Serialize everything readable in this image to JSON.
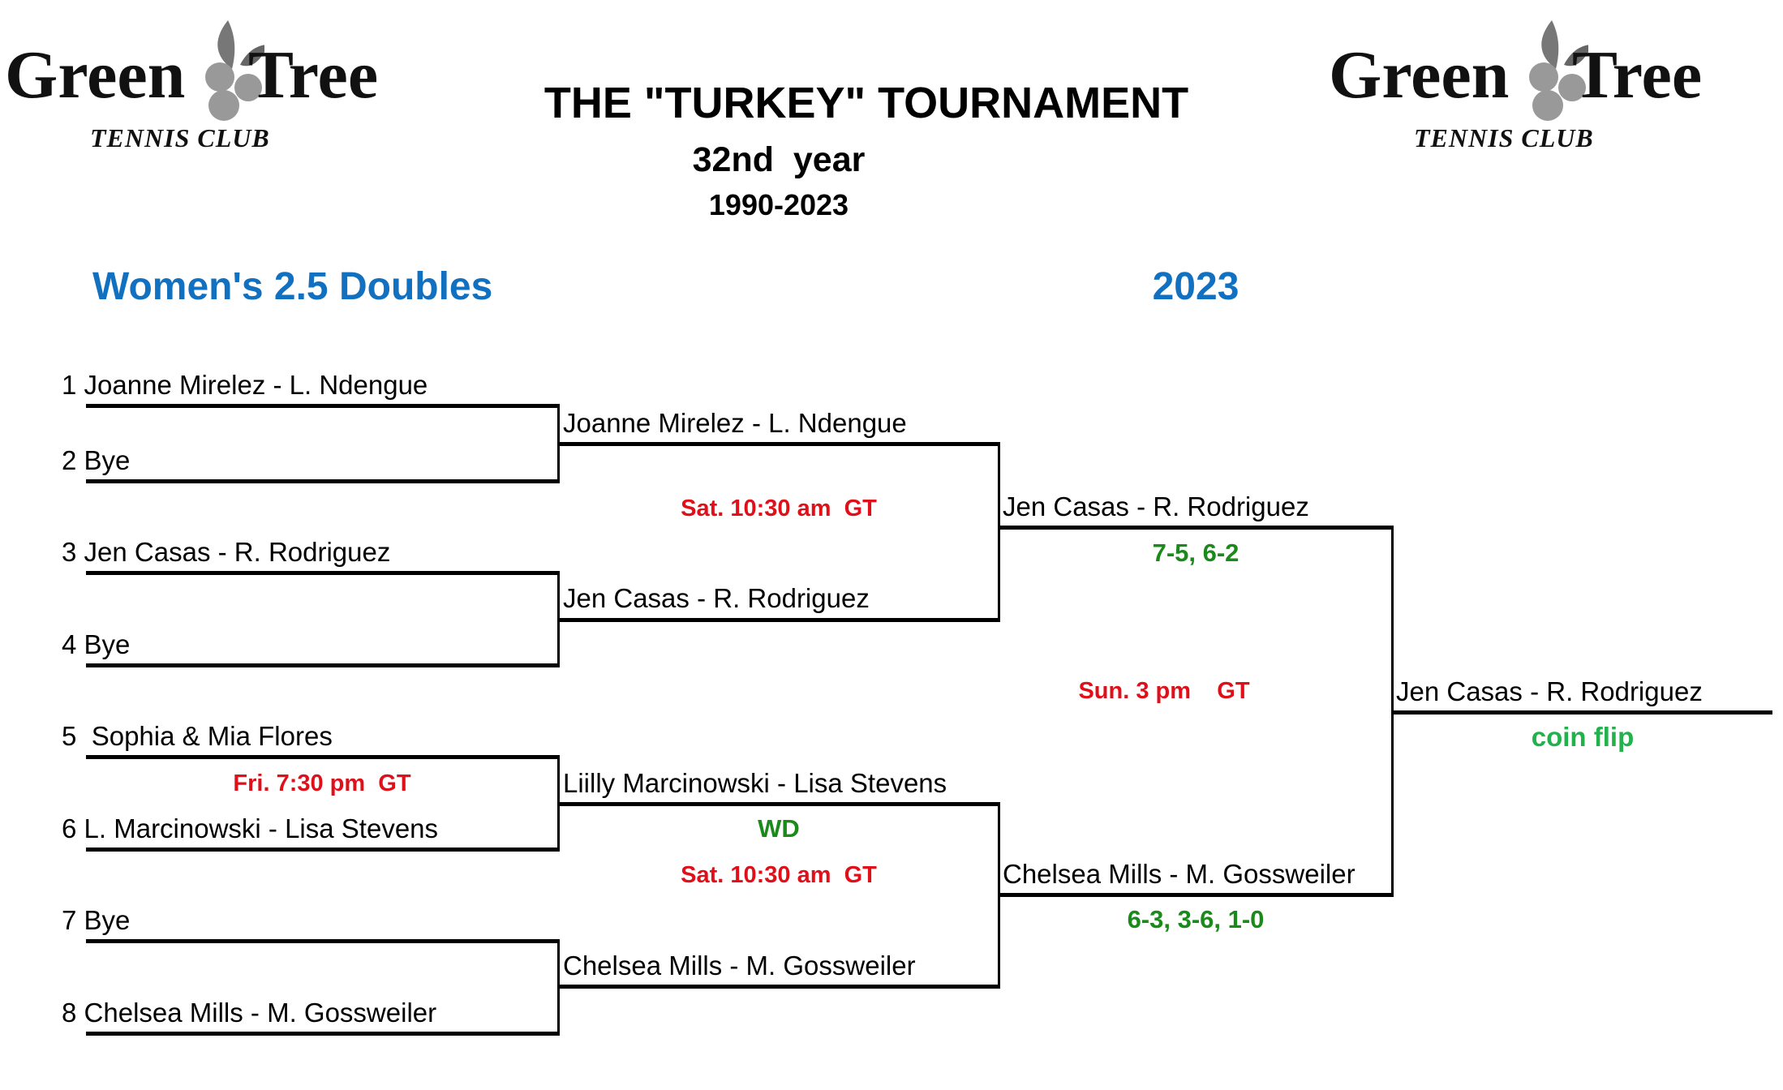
{
  "logo": {
    "word1": "Green",
    "word2": "Tree",
    "subtitle": "TENNIS CLUB"
  },
  "header": {
    "title": "THE \"TURKEY\" TOURNAMENT",
    "edition": "32nd  year",
    "years": "1990-2023"
  },
  "division": "Women's 2.5 Doubles",
  "season": "2023",
  "round1": [
    {
      "seed": "1",
      "name": "Joanne Mirelez - L. Ndengue"
    },
    {
      "seed": "2",
      "name": "Bye"
    },
    {
      "seed": "3",
      "name": "Jen Casas - R. Rodriguez"
    },
    {
      "seed": "4",
      "name": "Bye"
    },
    {
      "seed": "5",
      "name": " Sophia & Mia Flores"
    },
    {
      "seed": "6",
      "name": "L. Marcinowski - Lisa Stevens"
    },
    {
      "seed": "7",
      "name": "Bye"
    },
    {
      "seed": "8",
      "name": "Chelsea Mills - M. Gossweiler"
    }
  ],
  "round1_notes": {
    "match3_schedule": "Fri. 7:30 pm  GT"
  },
  "round2": [
    "Joanne Mirelez - L. Ndengue",
    "Jen Casas - R. Rodriguez",
    "Liilly Marcinowski - Lisa Stevens",
    "Chelsea Mills - M. Gossweiler"
  ],
  "round2_notes": {
    "top_schedule": "Sat. 10:30 am  GT",
    "bottom_result": "WD",
    "bottom_schedule": "Sat. 10:30 am  GT"
  },
  "round3": [
    "Jen Casas - R. Rodriguez",
    "Chelsea Mills - M. Gossweiler"
  ],
  "round3_notes": {
    "top_score": "7-5, 6-2",
    "final_schedule": "Sun. 3 pm    GT",
    "bottom_score": "6-3, 3-6, 1-0"
  },
  "champion": {
    "name": "Jen Casas - R. Rodriguez",
    "result": "coin flip"
  }
}
